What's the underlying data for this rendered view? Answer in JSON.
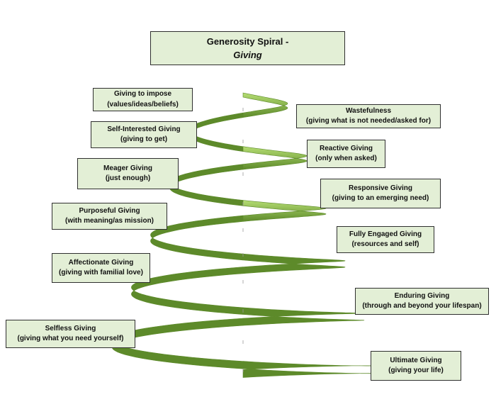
{
  "title": {
    "line1": "Generosity Spiral -",
    "line2": "Giving"
  },
  "colors": {
    "box_fill": "#e3efd6",
    "spiral_light": "#b5dd73",
    "spiral_dark": "#5d8a2a"
  },
  "levels": [
    {
      "title": "Giving to impose",
      "subtitle": "(values/ideas/beliefs)"
    },
    {
      "title": "Wastefulness",
      "subtitle": "(giving what is not needed/asked for)"
    },
    {
      "title": "Self-Interested Giving",
      "subtitle": "(giving to get)"
    },
    {
      "title": "Reactive Giving",
      "subtitle": "(only when asked)"
    },
    {
      "title": "Meager Giving",
      "subtitle": "(just enough)"
    },
    {
      "title": "Responsive Giving",
      "subtitle": "(giving to an emerging need)"
    },
    {
      "title": "Purposeful Giving",
      "subtitle": "(with meaning/as mission)"
    },
    {
      "title": "Fully Engaged Giving",
      "subtitle": "(resources and self)"
    },
    {
      "title": "Affectionate Giving",
      "subtitle": "(giving with familial love)"
    },
    {
      "title": "Enduring Giving",
      "subtitle": "(through and beyond your lifespan)"
    },
    {
      "title": "Selfless Giving",
      "subtitle": "(giving what you need yourself)"
    },
    {
      "title": "Ultimate Giving",
      "subtitle": "(giving your life)"
    }
  ]
}
